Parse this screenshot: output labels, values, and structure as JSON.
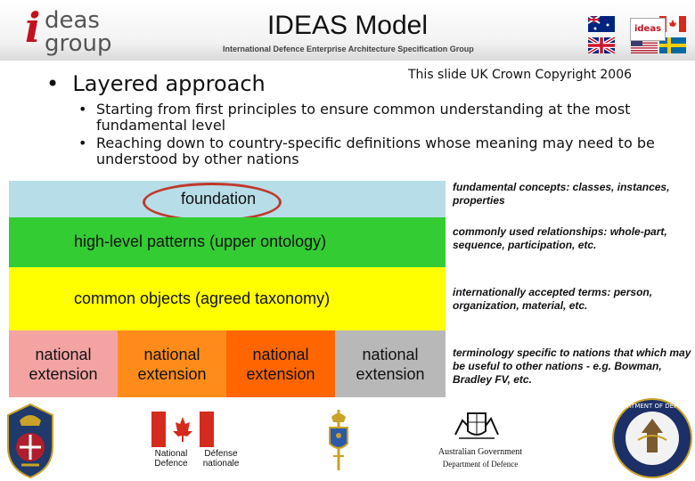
{
  "header": {
    "logo_mark": "i",
    "logo_line1": "deas",
    "logo_line2": "group",
    "title": "IDEAS Model",
    "subtitle": "International Defence Enterprise Architecture Specification Group",
    "flag_box_text": "ideas"
  },
  "slide": {
    "main_bullet": "Layered approach",
    "copyright": "This slide UK Crown Copyright 2006",
    "sub_bullets": [
      "Starting from first principles to ensure common understanding at the most fundamental level",
      "Reaching down to country-specific definitions whose meaning may need to be understood by other nations"
    ]
  },
  "layers": {
    "foundation": "foundation",
    "high_level": "high-level patterns (upper ontology)",
    "common": "common objects (agreed taxonomy)",
    "national": [
      "national extension",
      "national extension",
      "national extension",
      "national extension"
    ]
  },
  "descriptions": {
    "foundation": "fundamental concepts: classes, instances, properties",
    "high_level": "commonly used relationships: whole-part, sequence, participation, etc.",
    "common": "internationally accepted terms: person, organization, material, etc.",
    "national": "terminology specific to nations that which may be useful to other nations - e.g. Bowman, Bradley FV, etc."
  },
  "footer": {
    "canada_en": "National Defence",
    "canada_fr": "Défense nationale",
    "australia_line1": "Australian Government",
    "australia_line2": "Department of Defence",
    "usa_seal": "DEPARTMENT OF DEFENSE"
  },
  "colors": {
    "foundation": "#b7dde8",
    "high_level": "#33cc33",
    "common": "#ffff00",
    "national_1": "#f4a3a3",
    "national_2": "#ff8c1a",
    "national_3": "#ff6600",
    "national_4": "#b8b8b8",
    "highlight_ellipse": "#c0392b"
  }
}
